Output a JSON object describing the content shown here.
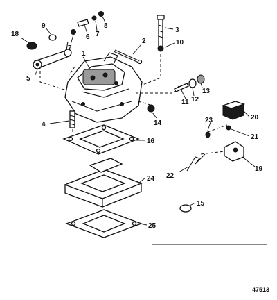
{
  "figure": {
    "reference_number": "47513",
    "callouts": [
      "1",
      "2",
      "3",
      "4",
      "5",
      "6",
      "7",
      "7",
      "8",
      "9",
      "10",
      "11",
      "12",
      "13",
      "14",
      "15",
      "16",
      "18",
      "19",
      "20",
      "21",
      "22",
      "23",
      "24",
      "25"
    ]
  }
}
